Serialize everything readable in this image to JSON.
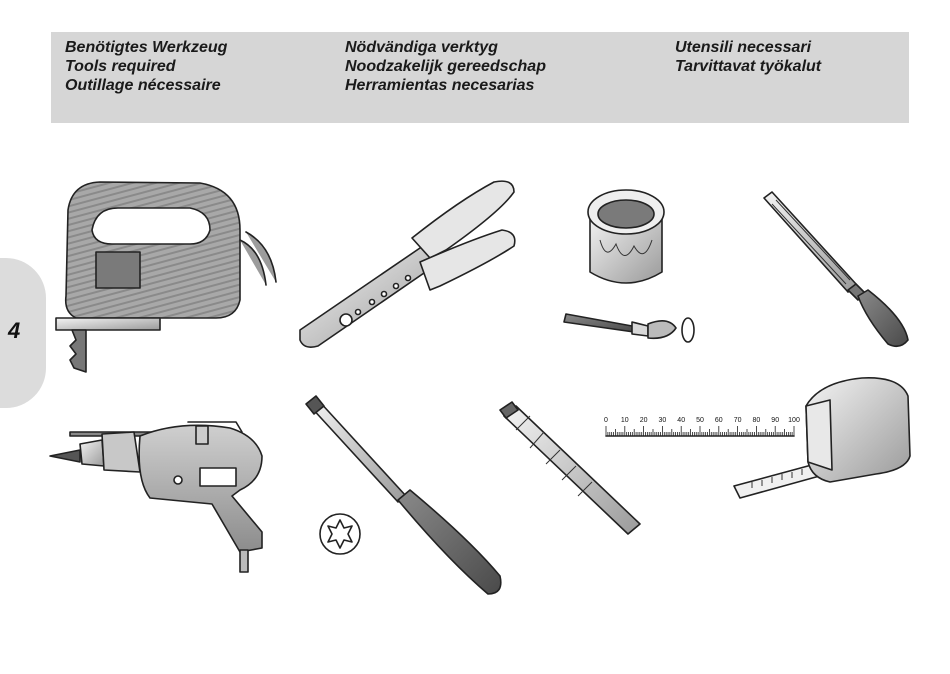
{
  "header": {
    "columns": [
      [
        "Benötigtes Werkzeug",
        "Tools required",
        "Outillage nécessaire"
      ],
      [
        "Nödvändiga verktyg",
        "Noodzakelijk gereedschap",
        "Herramientas necesarias"
      ],
      [
        "Utensili necessari",
        "Tarvittavat työkalut"
      ]
    ]
  },
  "page_number": "4",
  "ruler": {
    "labels": [
      "0",
      "10",
      "20",
      "30",
      "40",
      "50",
      "60",
      "70",
      "80",
      "90",
      "100"
    ]
  },
  "icons": {
    "jigsaw": "jigsaw-icon",
    "pliers": "wire-stripper-pliers-icon",
    "paint_pot": "paint-pot-icon",
    "brush": "paint-brush-icon",
    "file": "file-tool-icon",
    "drill": "power-drill-icon",
    "screwdriver": "torx-screwdriver-icon",
    "drill_bit": "drill-bit-icon",
    "tape_measure": "tape-measure-icon"
  }
}
